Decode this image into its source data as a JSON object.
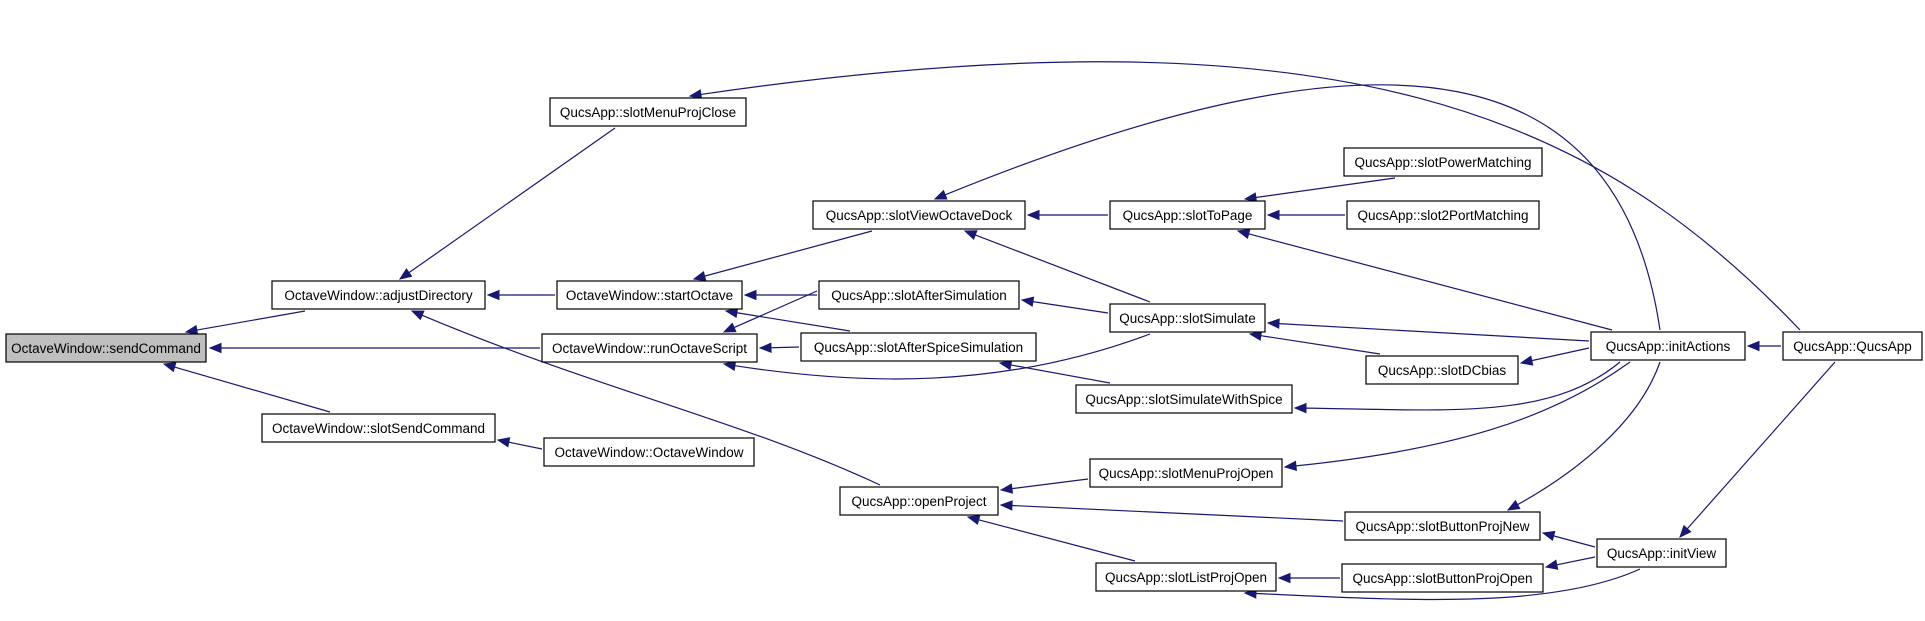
{
  "graph": {
    "edge_color": "#191970",
    "focus_fill": "#bfbfbf",
    "nodes": [
      {
        "id": "sendCommand",
        "label": "OctaveWindow::sendCommand",
        "focus": true
      },
      {
        "id": "adjustDirectory",
        "label": "OctaveWindow::adjustDirectory"
      },
      {
        "id": "runOctaveScript",
        "label": "OctaveWindow::runOctaveScript"
      },
      {
        "id": "slotSendCommand",
        "label": "OctaveWindow::slotSendCommand"
      },
      {
        "id": "octaveWindowCtor",
        "label": "OctaveWindow::OctaveWindow"
      },
      {
        "id": "slotMenuProjClose",
        "label": "QucsApp::slotMenuProjClose"
      },
      {
        "id": "startOctave",
        "label": "OctaveWindow::startOctave"
      },
      {
        "id": "openProject",
        "label": "QucsApp::openProject"
      },
      {
        "id": "slotViewOctaveDock",
        "label": "QucsApp::slotViewOctaveDock"
      },
      {
        "id": "slotAfterSimulation",
        "label": "QucsApp::slotAfterSimulation"
      },
      {
        "id": "slotAfterSpiceSimulation",
        "label": "QucsApp::slotAfterSpiceSimulation"
      },
      {
        "id": "slotToPage",
        "label": "QucsApp::slotToPage"
      },
      {
        "id": "slotSimulate",
        "label": "QucsApp::slotSimulate"
      },
      {
        "id": "slotSimulateWithSpice",
        "label": "QucsApp::slotSimulateWithSpice"
      },
      {
        "id": "slotMenuProjOpen",
        "label": "QucsApp::slotMenuProjOpen"
      },
      {
        "id": "slotListProjOpen",
        "label": "QucsApp::slotListProjOpen"
      },
      {
        "id": "slotPowerMatching",
        "label": "QucsApp::slotPowerMatching"
      },
      {
        "id": "slot2PortMatching",
        "label": "QucsApp::slot2PortMatching"
      },
      {
        "id": "slotDCbias",
        "label": "QucsApp::slotDCbias"
      },
      {
        "id": "slotButtonProjNew",
        "label": "QucsApp::slotButtonProjNew"
      },
      {
        "id": "slotButtonProjOpen",
        "label": "QucsApp::slotButtonProjOpen"
      },
      {
        "id": "initActions",
        "label": "QucsApp::initActions"
      },
      {
        "id": "initView",
        "label": "QucsApp::initView"
      },
      {
        "id": "qucsAppCtor",
        "label": "QucsApp::QucsApp"
      }
    ],
    "edges": [
      {
        "from": "adjustDirectory",
        "to": "sendCommand"
      },
      {
        "from": "runOctaveScript",
        "to": "sendCommand"
      },
      {
        "from": "slotSendCommand",
        "to": "sendCommand"
      },
      {
        "from": "slotMenuProjClose",
        "to": "adjustDirectory"
      },
      {
        "from": "startOctave",
        "to": "adjustDirectory"
      },
      {
        "from": "openProject",
        "to": "adjustDirectory"
      },
      {
        "from": "slotAfterSimulation",
        "to": "runOctaveScript"
      },
      {
        "from": "slotAfterSpiceSimulation",
        "to": "runOctaveScript"
      },
      {
        "from": "slotSimulate",
        "to": "runOctaveScript"
      },
      {
        "from": "octaveWindowCtor",
        "to": "slotSendCommand"
      },
      {
        "from": "qucsAppCtor",
        "to": "slotMenuProjClose"
      },
      {
        "from": "slotViewOctaveDock",
        "to": "startOctave"
      },
      {
        "from": "slotAfterSimulation",
        "to": "startOctave"
      },
      {
        "from": "slotAfterSpiceSimulation",
        "to": "startOctave"
      },
      {
        "from": "slotMenuProjOpen",
        "to": "openProject"
      },
      {
        "from": "slotButtonProjNew",
        "to": "openProject"
      },
      {
        "from": "slotListProjOpen",
        "to": "openProject"
      },
      {
        "from": "initActions",
        "to": "slotViewOctaveDock"
      },
      {
        "from": "slotToPage",
        "to": "slotViewOctaveDock"
      },
      {
        "from": "slotSimulate",
        "to": "slotViewOctaveDock"
      },
      {
        "from": "slotSimulate",
        "to": "slotAfterSimulation"
      },
      {
        "from": "slotSimulateWithSpice",
        "to": "slotAfterSpiceSimulation"
      },
      {
        "from": "slotPowerMatching",
        "to": "slotToPage"
      },
      {
        "from": "slot2PortMatching",
        "to": "slotToPage"
      },
      {
        "from": "initActions",
        "to": "slotToPage"
      },
      {
        "from": "initActions",
        "to": "slotSimulate"
      },
      {
        "from": "slotDCbias",
        "to": "slotSimulate"
      },
      {
        "from": "initActions",
        "to": "slotSimulateWithSpice"
      },
      {
        "from": "initActions",
        "to": "slotDCbias"
      },
      {
        "from": "initActions",
        "to": "slotMenuProjOpen"
      },
      {
        "from": "initActions",
        "to": "slotButtonProjNew"
      },
      {
        "from": "initView",
        "to": "slotButtonProjNew"
      },
      {
        "from": "slotButtonProjOpen",
        "to": "slotListProjOpen"
      },
      {
        "from": "initView",
        "to": "slotListProjOpen"
      },
      {
        "from": "initView",
        "to": "slotButtonProjOpen"
      },
      {
        "from": "qucsAppCtor",
        "to": "initActions"
      },
      {
        "from": "qucsAppCtor",
        "to": "initView"
      }
    ]
  }
}
